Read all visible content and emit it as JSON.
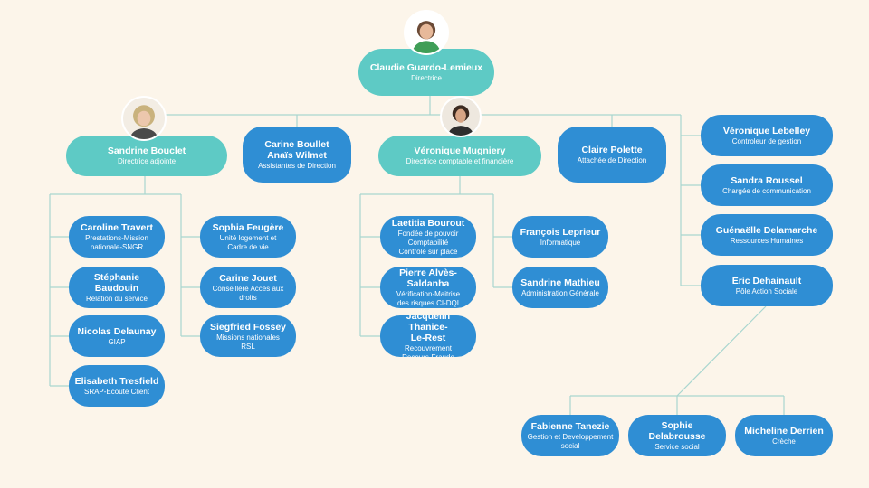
{
  "director": {
    "name": "Claudie Guardo-Lemieux",
    "role": "Directrice"
  },
  "deputy": {
    "name": "Sandrine Bouclet",
    "role": "Directrice adjointe"
  },
  "assistants": {
    "name": "Carine Boullet\nAnaïs Wilmet",
    "role": "Assistantes de Direction"
  },
  "finance": {
    "name": "Véronique Mugniery",
    "role": "Directrice comptable et financière"
  },
  "attache": {
    "name": "Claire Polette",
    "role": "Attachée de Direction"
  },
  "deputy_team_left": [
    {
      "name": "Caroline Travert",
      "role": "Prestations-Mission\nnationale-SNGR"
    },
    {
      "name": "Stéphanie Baudouin",
      "role": "Relation du service"
    },
    {
      "name": "Nicolas Delaunay",
      "role": "GIAP"
    },
    {
      "name": "Elisabeth Tresfield",
      "role": "SRAP-Ecoute Client"
    }
  ],
  "deputy_team_right": [
    {
      "name": "Sophia Feugère",
      "role": "Unité logement et\nCadre de vie"
    },
    {
      "name": "Carine Jouet",
      "role": "Conseillère Accès aux\ndroits"
    },
    {
      "name": "Siegfried Fossey",
      "role": "Missions nationales\nRSL"
    }
  ],
  "finance_team_left": [
    {
      "name": "Laetitia Bourout",
      "role": "Fondée de pouvoir\nComptabilité\nContrôle sur place"
    },
    {
      "name": "Pierre Alvès-Saldanha",
      "role": "Vérification-Maitrise\ndes risques CI-DQI"
    },
    {
      "name": "Jacquelin Thanice-\nLe-Rest",
      "role": "Recouvrement\nRecours-Fraude"
    }
  ],
  "finance_team_right": [
    {
      "name": "François Leprieur",
      "role": "Informatique"
    },
    {
      "name": "Sandrine Mathieu",
      "role": "Administration Générale"
    }
  ],
  "right_column": [
    {
      "name": "Véronique Lebelley",
      "role": "Controleur de gestion"
    },
    {
      "name": "Sandra Roussel",
      "role": "Chargée de communication"
    },
    {
      "name": "Guénaëlle Delamarche",
      "role": "Ressources Humaines"
    },
    {
      "name": "Eric Dehainault",
      "role": "Pôle Action Sociale"
    }
  ],
  "social_team": [
    {
      "name": "Fabienne Tanezie",
      "role": "Gestion et Developpement\nsocial"
    },
    {
      "name": "Sophie Delabrousse",
      "role": "Service social"
    },
    {
      "name": "Micheline Derrien",
      "role": "Crèche"
    }
  ],
  "colors": {
    "background": "#fcf5ea",
    "teal": "#5ecac5",
    "blue": "#2f8ed4",
    "connector": "#a9d6cf"
  },
  "avatars": [
    "director-photo-icon",
    "deputy-photo-icon",
    "finance-photo-icon"
  ]
}
